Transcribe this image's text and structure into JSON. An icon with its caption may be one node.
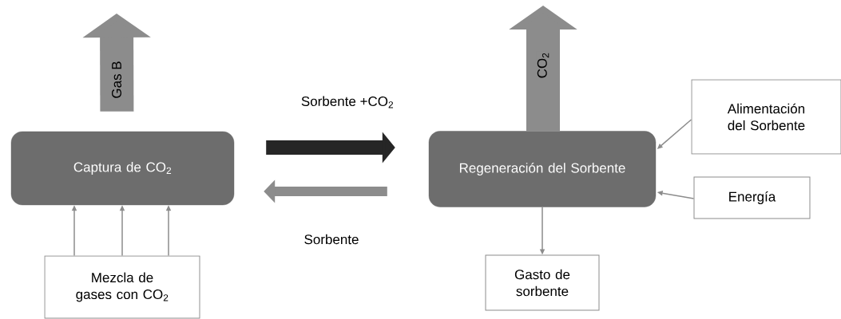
{
  "diagram": {
    "nodes": [
      {
        "text": [
          "Captura de CO$_{2}$"
        ]
      },
      {
        "text": [
          "Regeneración del Sorbente"
        ]
      },
      {
        "text": [
          "Mezcla de gases con CO$_{2}$"
        ]
      },
      {
        "text": [
          "Alimentación del Sorbente"
        ]
      },
      {
        "text": [
          "Energía"
        ]
      },
      {
        "text": [
          "Gasto de sorbente"
        ]
      }
    ],
    "edges": [
      {
        "from": 0,
        "to": 1,
        "arrow": "to",
        "label": "Sorbente +CO$_{2}$",
        "style": "thick",
        "color": "#262626"
      },
      {
        "from": 1,
        "to": 0,
        "arrow": "to",
        "label": "Sorbente",
        "style": "thick"
      },
      {
        "from": 2,
        "to": 0,
        "arrow": "to"
      },
      {
        "from": 2,
        "to": 0,
        "arrow": "to"
      },
      {
        "from": 2,
        "to": 0,
        "arrow": "to"
      },
      {
        "from": 3,
        "to": 1,
        "arrow": "to"
      },
      {
        "from": 4,
        "to": 1,
        "arrow": "to"
      },
      {
        "from": 1,
        "to": 5,
        "arrow": "to"
      },
      {
        "from": 0,
        "to": null,
        "arrow": "to",
        "label": "Gas B",
        "style": "thick"
      },
      {
        "from": 1,
        "to": null,
        "arrow": "to",
        "label": "CO$_{2}$",
        "style": "thick"
      }
    ]
  }
}
